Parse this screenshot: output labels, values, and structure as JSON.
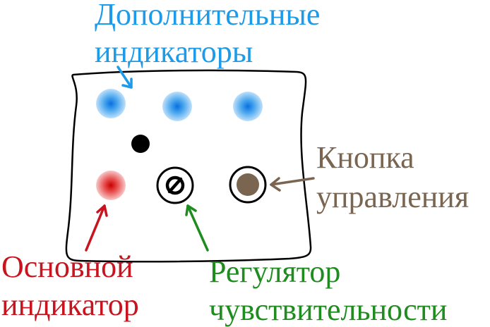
{
  "labels": {
    "extra_indicators": {
      "line1": "Дополнительные",
      "line2": "индикаторы"
    },
    "control_button": {
      "line1": "Кнопка",
      "line2": "управления"
    },
    "main_indicator": {
      "line1": "Основной",
      "line2": "индикатор"
    },
    "sensitivity_knob": {
      "line1": "Регулятор",
      "line2": "чувствительности"
    }
  },
  "colors": {
    "extra_indicators": "#1e9be8",
    "control_button": "#7a6550",
    "main_indicator": "#c8141e",
    "sensitivity_knob": "#1e8c1e",
    "outline": "#000000"
  }
}
